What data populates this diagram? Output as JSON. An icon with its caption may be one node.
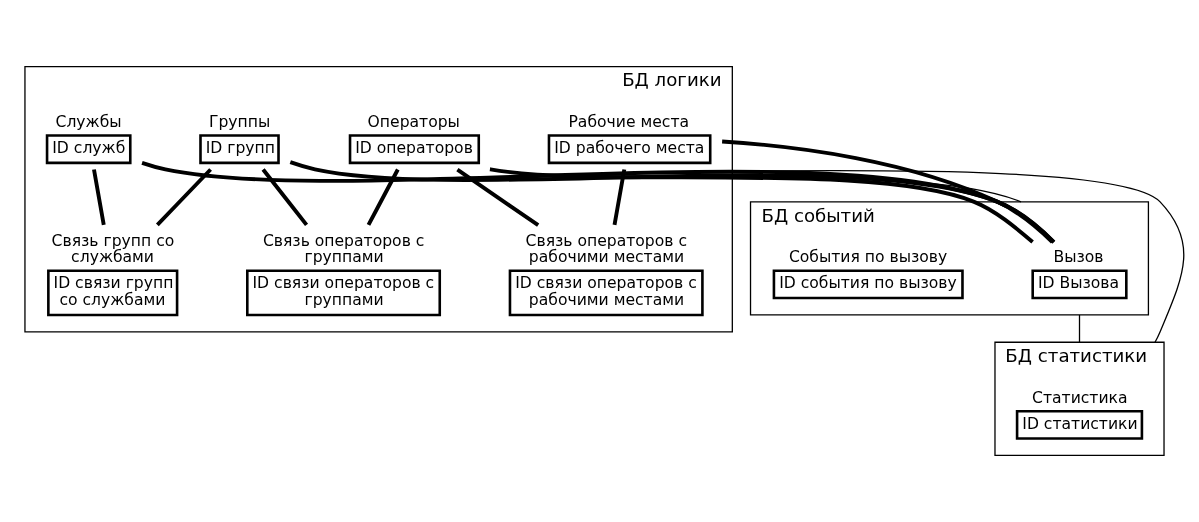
{
  "diagram": {
    "nodes": [
      {
        "text": [
          "БД логики"
        ]
      },
      {
        "text": [
          "Операторы",
          "ID операторов"
        ],
        "in": 0
      },
      {
        "text": [
          "Группы",
          "ID групп"
        ],
        "in": 0
      },
      {
        "text": [
          "Службы",
          "ID служб"
        ],
        "in": 0
      },
      {
        "text": [
          "Рабочие места",
          "ID рабочего места"
        ],
        "in": 0
      },
      {
        "text": [
          "Связь операторов с группами",
          "ID связи операторов с группами"
        ],
        "in": 0
      },
      {
        "text": [
          "Связь групп со службами",
          "ID связи групп со службами"
        ],
        "in": 0
      },
      {
        "text": [
          "Связь операторов с рабочими местами",
          "ID связи операторов с рабочими местами"
        ],
        "in": 0
      },
      {
        "text": [
          "БД событий"
        ]
      },
      {
        "text": [
          "Вызов",
          "ID Вызова"
        ],
        "in": 8
      },
      {
        "text": [
          "События по вызову",
          "ID события по вызову"
        ],
        "in": 8
      },
      {
        "text": [
          "БД статистики"
        ]
      },
      {
        "text": [
          "Статистика",
          "ID статистики"
        ],
        "in": 11
      }
    ],
    "edges": [
      {
        "from": 1,
        "to": 5,
        "arrow": "none"
      },
      {
        "from": 2,
        "to": 5,
        "arrow": "none"
      },
      {
        "from": 2,
        "to": 6,
        "arrow": "none"
      },
      {
        "from": 3,
        "to": 6,
        "arrow": "none"
      },
      {
        "from": 1,
        "to": 7,
        "arrow": "none"
      },
      {
        "from": 4,
        "to": 7,
        "arrow": "none"
      },
      {
        "from": 1,
        "to": 9,
        "arrow": "none"
      },
      {
        "from": 2,
        "to": 9,
        "arrow": "none"
      },
      {
        "from": 3,
        "to": 9,
        "arrow": "none"
      },
      {
        "from": 4,
        "to": 9,
        "arrow": "none"
      },
      {
        "from": 0,
        "to": 8,
        "arrow": "none"
      },
      {
        "from": 8,
        "to": 11,
        "arrow": "none"
      },
      {
        "from": 11,
        "to": 0,
        "arrow": "none"
      }
    ]
  }
}
